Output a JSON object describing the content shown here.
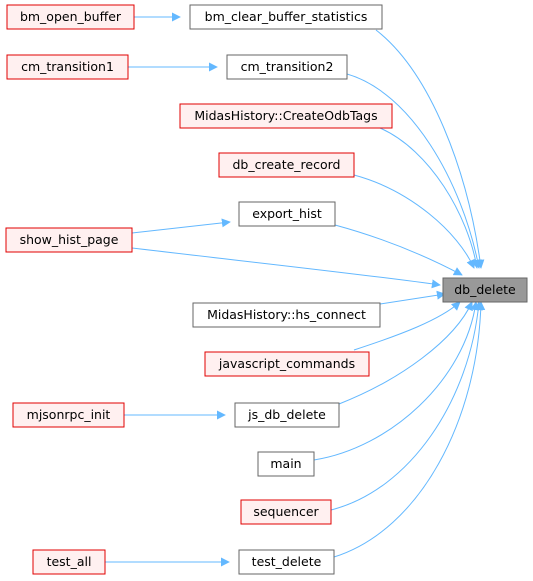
{
  "colors": {
    "edge": "#63b8ff",
    "plain_border": "#666666",
    "plain_fill": "#ffffff",
    "red_border": "#e00000",
    "red_fill": "#fff0f0",
    "focus_fill": "#999999",
    "focus_border": "#666666"
  },
  "nodes": {
    "bm_open_buffer": "bm_open_buffer",
    "bm_clear_buffer_statistics": "bm_clear_buffer_statistics",
    "cm_transition1": "cm_transition1",
    "cm_transition2": "cm_transition2",
    "create_odb_tags": "MidasHistory::CreateOdbTags",
    "db_create_record": "db_create_record",
    "show_hist_page": "show_hist_page",
    "export_hist": "export_hist",
    "hs_connect": "MidasHistory::hs_connect",
    "javascript_commands": "javascript_commands",
    "mjsonrpc_init": "mjsonrpc_init",
    "js_db_delete": "js_db_delete",
    "main": "main",
    "sequencer": "sequencer",
    "test_all": "test_all",
    "test_delete": "test_delete",
    "db_delete": "db_delete"
  }
}
